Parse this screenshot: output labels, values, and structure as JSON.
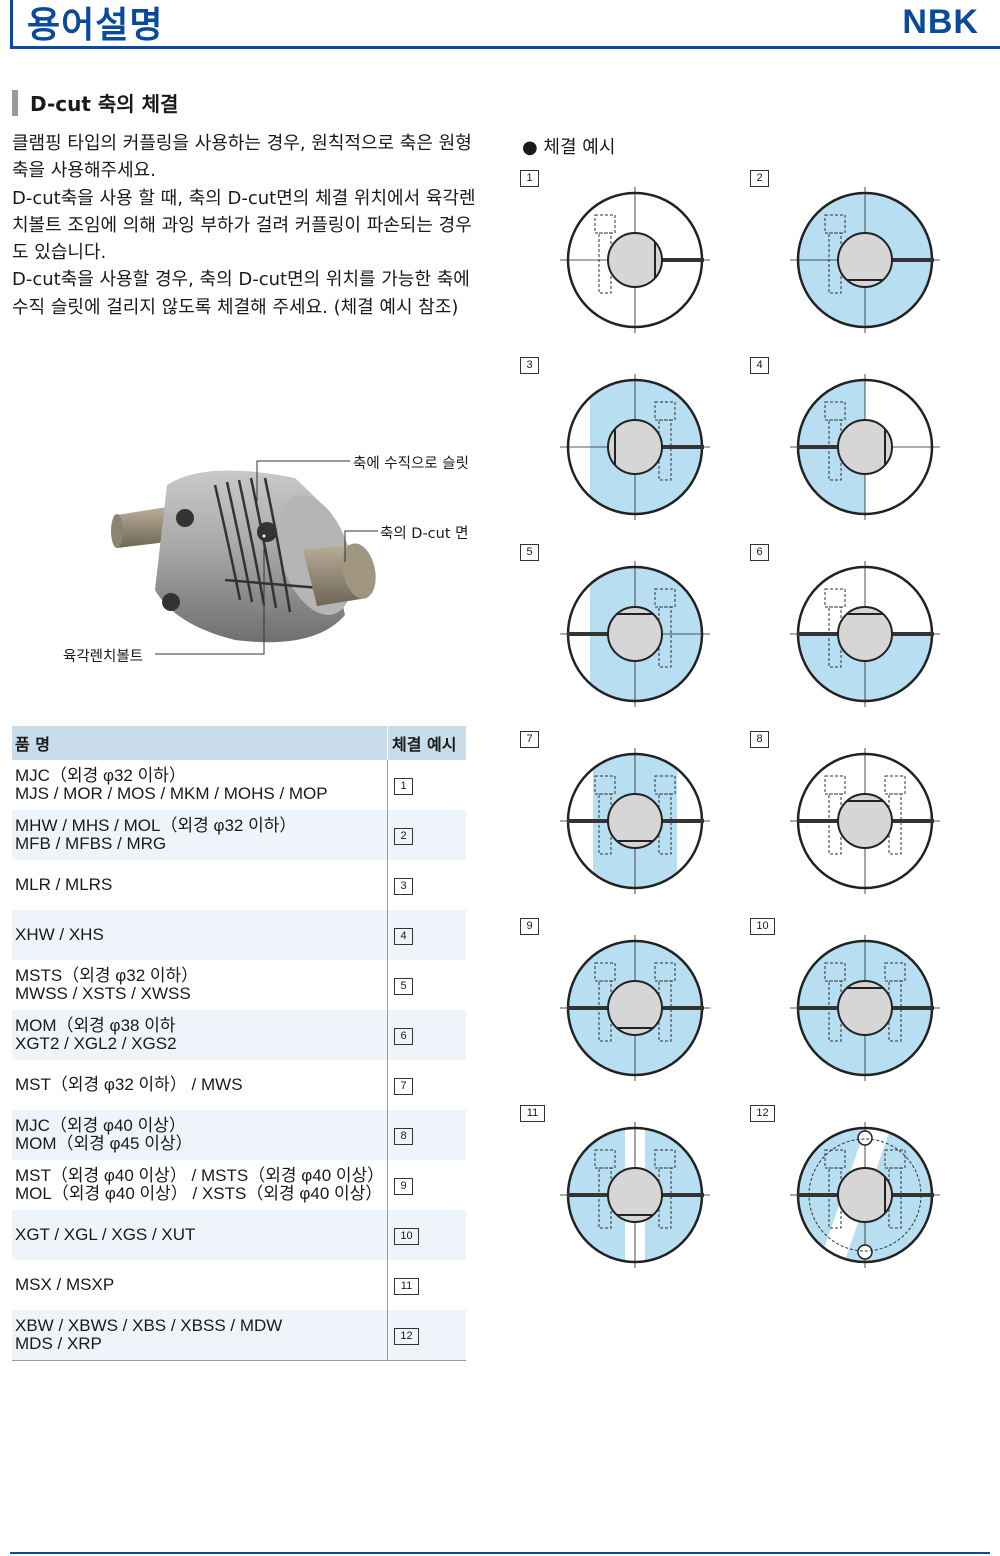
{
  "header": {
    "title": "용어설명",
    "logo": "NBK"
  },
  "section": {
    "title": "D-cut 축의 체결"
  },
  "body": {
    "paragraphs": [
      "클램핑 타입의 커플링을 사용하는 경우, 원칙적으로 축은 원형축을 사용해주세요.",
      "D-cut축을 사용 할 때, 축의 D-cut면의 체결 위치에서 육각렌치볼트 조임에 의해 과잉 부하가 걸려 커플링이 파손되는 경우도 있습니다.",
      "D-cut축을 사용할 경우, 축의 D-cut면의 위치를 가능한 축에 수직 슬릿에 걸리지 않도록 체결해 주세요. (체결 예시 참조)"
    ]
  },
  "photo_labels": {
    "slit": "축에 수직으로 슬릿",
    "dcut": "축의 D-cut 면",
    "bolt": "육각렌치볼트"
  },
  "examples": {
    "title": "● 체결 예시",
    "numbers": [
      "1",
      "2",
      "3",
      "4",
      "5",
      "6",
      "7",
      "8",
      "9",
      "10",
      "11",
      "12"
    ]
  },
  "table": {
    "headers": [
      "품 명",
      "체결 예시"
    ],
    "rows": [
      {
        "l1": "MJC（외경 φ32 이하）",
        "l2": "MJS / MOR / MOS / MKM / MOHS / MOP",
        "ex": "1"
      },
      {
        "l1": "MHW / MHS / MOL（외경 φ32 이하）",
        "l2": "MFB / MFBS / MRG",
        "ex": "2"
      },
      {
        "l1": "MLR / MLRS",
        "l2": "",
        "ex": "3"
      },
      {
        "l1": "XHW / XHS",
        "l2": "",
        "ex": "4"
      },
      {
        "l1": "MSTS（외경 φ32 이하）",
        "l2": "MWSS / XSTS / XWSS",
        "ex": "5"
      },
      {
        "l1": "MOM（외경 φ38 이하",
        "l2": "XGT2 / XGL2 / XGS2",
        "ex": "6"
      },
      {
        "l1": "MST（외경 φ32 이하） / MWS",
        "l2": "",
        "ex": "7"
      },
      {
        "l1": "MJC（외경 φ40 이상）",
        "l2": "MOM（외경 φ45 이상）",
        "ex": "8"
      },
      {
        "l1": "MST（외경 φ40 이상） / MSTS（외경 φ40 이상）",
        "l2": "MOL（외경 φ40 이상） / XSTS（외경 φ40 이상）",
        "ex": "9"
      },
      {
        "l1": "XGT / XGL / XGS / XUT",
        "l2": "",
        "ex": "10"
      },
      {
        "l1": "MSX / MSXP",
        "l2": "",
        "ex": "11"
      },
      {
        "l1": "XBW / XBWS / XBS / XBSS / MDW",
        "l2": "MDS / XRP",
        "ex": "12"
      }
    ]
  },
  "colors": {
    "brand": "#0a4a9c",
    "highlight": "#b8def2",
    "table_header": "#c8dcea"
  }
}
